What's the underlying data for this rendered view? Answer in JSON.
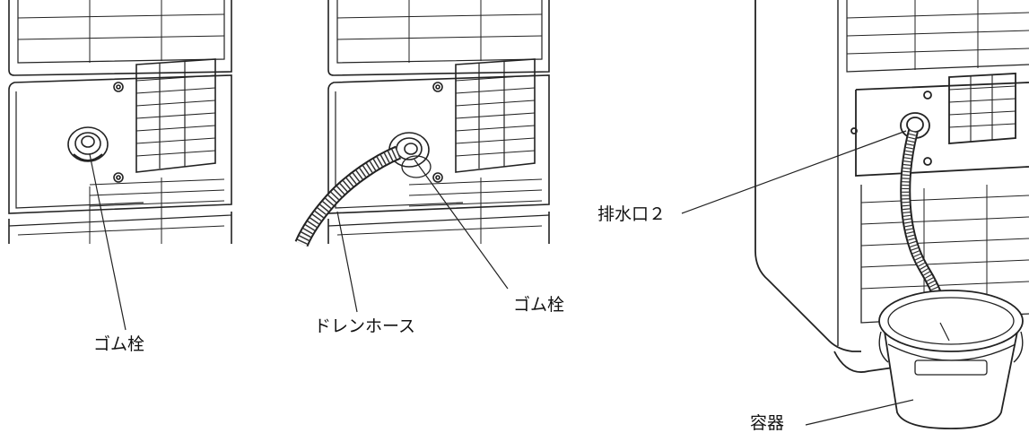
{
  "labels": {
    "rubber_plug_1": "ゴム栓",
    "drain_hose": "ドレンホース",
    "rubber_plug_2": "ゴム栓",
    "drain_outlet_2": "排水口２",
    "container": "容器"
  }
}
